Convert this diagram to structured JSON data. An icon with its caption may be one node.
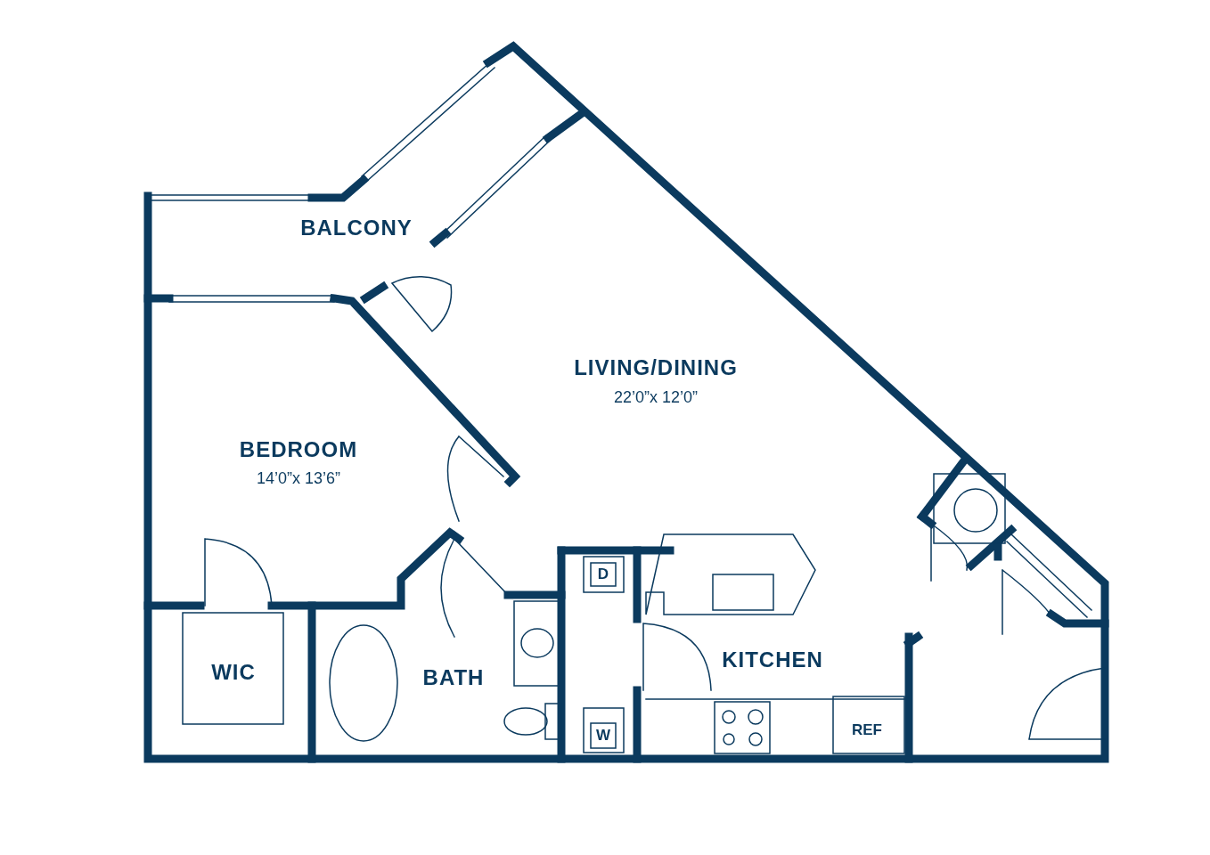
{
  "diagram": {
    "labels": [
      "BALCONY",
      "LIVING/DINING",
      "22’0”x 12’0”",
      "BEDROOM",
      "14’0”x 13’6”",
      "D",
      "WIC",
      "BATH",
      "KITCHEN",
      "W",
      "REF"
    ]
  }
}
